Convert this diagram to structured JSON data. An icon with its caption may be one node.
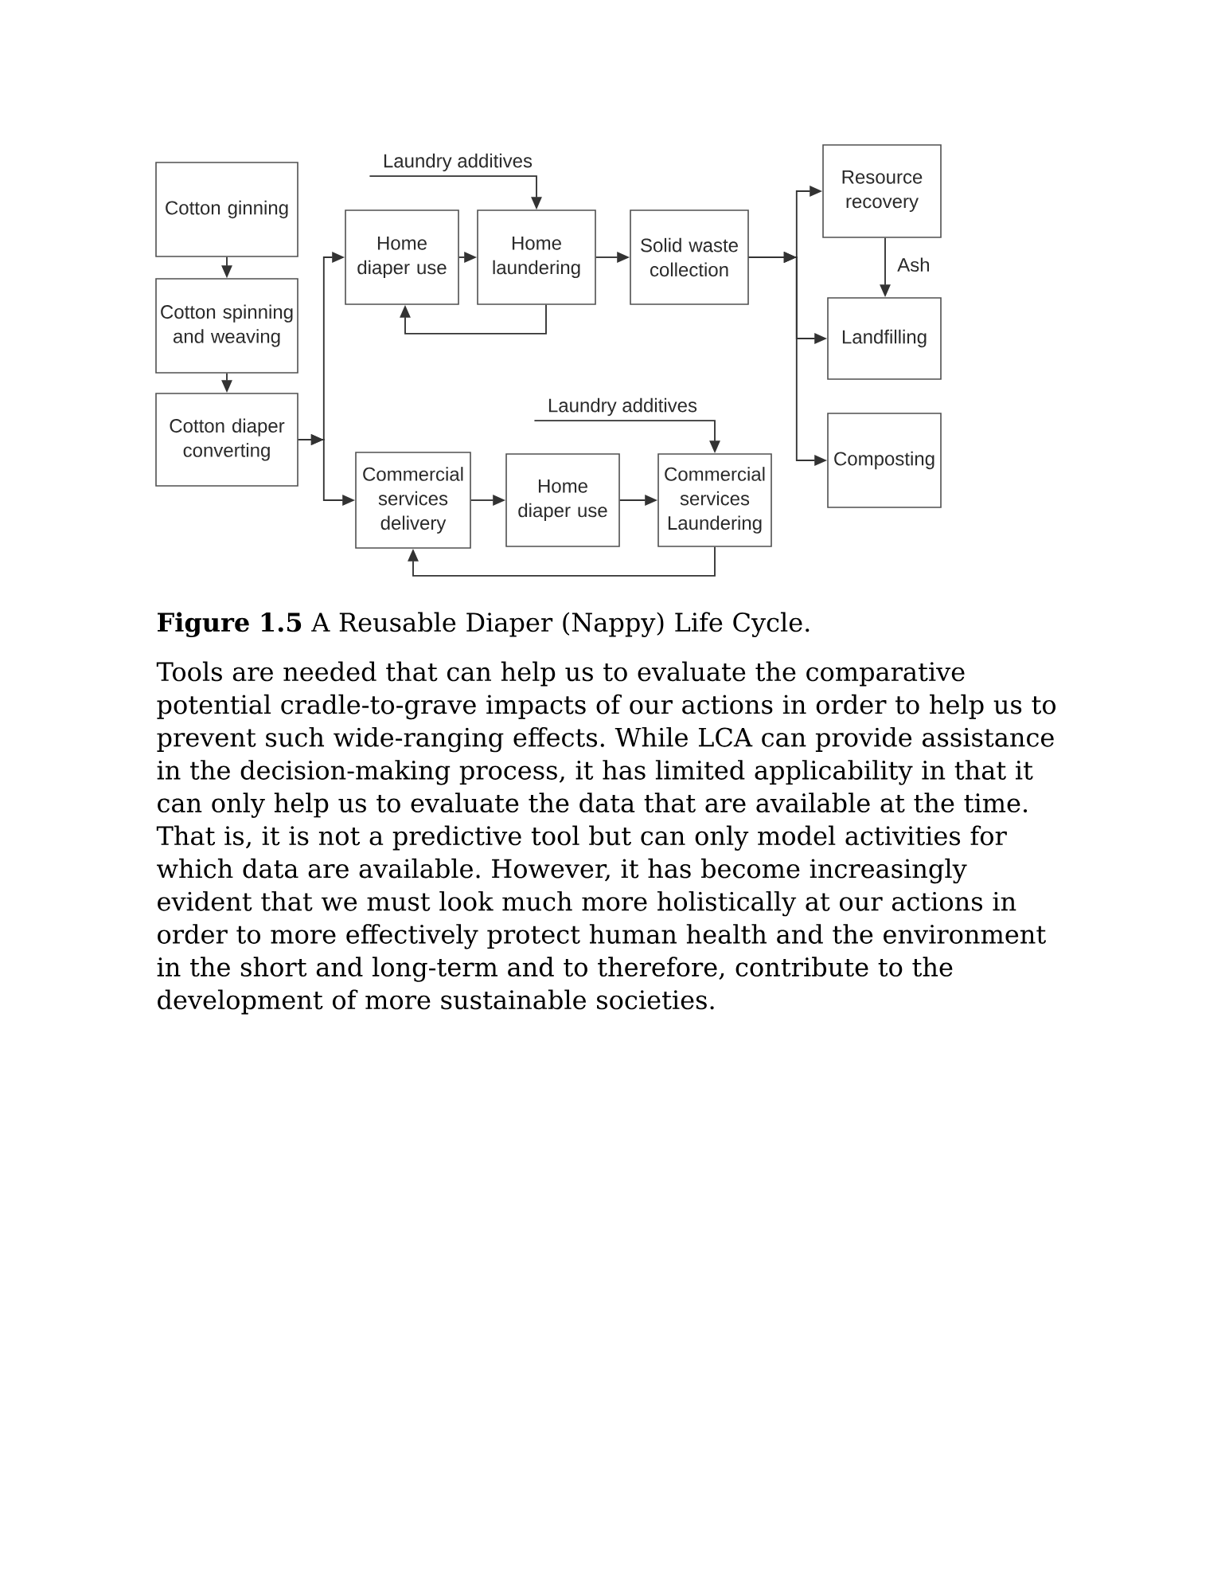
{
  "diagram": {
    "caption": "**Figure 1.5** A Reusable Diaper (Nappy) Life Cycle.",
    "nodes": [
      {
        "text": [
          "Cotton ginning"
        ]
      },
      {
        "text": [
          "Cotton spinning and weaving"
        ]
      },
      {
        "text": [
          "Cotton diaper converting"
        ]
      },
      {
        "text": [
          "Laundry additives"
        ]
      },
      {
        "text": [
          "Home diaper use"
        ]
      },
      {
        "text": [
          "Home laundering"
        ]
      },
      {
        "text": [
          "Solid waste collection"
        ]
      },
      {
        "text": [
          "Resource recovery"
        ]
      },
      {
        "text": [
          "Landfilling"
        ]
      },
      {
        "text": [
          "Composting"
        ]
      },
      {
        "text": [
          "Laundry additives"
        ]
      },
      {
        "text": [
          "Commercial services delivery"
        ]
      },
      {
        "text": [
          "Home diaper use"
        ]
      },
      {
        "text": [
          "Commercial services Laundering"
        ]
      }
    ],
    "edges": [
      {
        "from": 0,
        "to": 1,
        "arrow": "to"
      },
      {
        "from": 1,
        "to": 2,
        "arrow": "to"
      },
      {
        "from": 2,
        "to": 4,
        "arrow": "to"
      },
      {
        "from": 2,
        "to": 11,
        "arrow": "to"
      },
      {
        "from": 3,
        "to": 5,
        "arrow": "to"
      },
      {
        "from": 4,
        "to": 5,
        "arrow": "to"
      },
      {
        "from": 5,
        "to": 4,
        "arrow": "to"
      },
      {
        "from": 5,
        "to": 6,
        "arrow": "to"
      },
      {
        "from": 6,
        "to": 7,
        "arrow": "to"
      },
      {
        "from": 6,
        "to": 8,
        "arrow": "to"
      },
      {
        "from": 6,
        "to": 9,
        "arrow": "to"
      },
      {
        "from": 7,
        "to": 8,
        "arrow": "to",
        "label": "Ash"
      },
      {
        "from": 10,
        "to": 13,
        "arrow": "to"
      },
      {
        "from": 11,
        "to": 12,
        "arrow": "to"
      },
      {
        "from": 12,
        "to": 13,
        "arrow": "to"
      },
      {
        "from": 13,
        "to": 11,
        "arrow": "to"
      }
    ],
    "labels": [
      "Tools are needed that can help us to evaluate the comparative potential cradle-to-grave impacts of our actions in order to help us to prevent such wide-ranging effects. While LCA can provide assistance in the decision-making process, it has limited applicability in that it can only help us to evaluate the data that are available at the time. That is, it is not a predictive tool but can only model activities for which data are available. However, it has become increasingly evident that we must look much more holistically at our actions in order to more effectively protect human health and the environment in the short and long-term and to therefore, contribute to the development of more sustainable societies."
    ]
  }
}
